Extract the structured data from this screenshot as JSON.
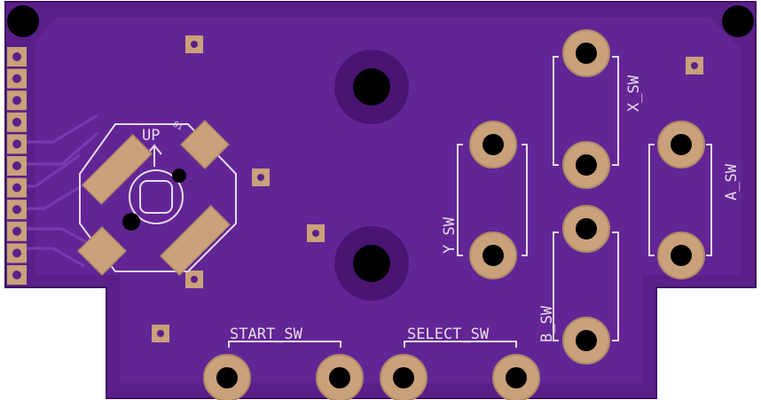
{
  "board": {
    "colors": {
      "substrate": "#5b1f8a",
      "copper_pour": "#6a2aa0",
      "trace": "#7a3ab0",
      "pad": "#c9a17a",
      "pad_edge": "#b08a66",
      "silk": "#e6dcea",
      "hole": "#000000",
      "background": "#ffffff"
    },
    "labels": {
      "up": "UP",
      "s1": "S1",
      "x_sw": "X_SW",
      "y_sw": "Y_SW",
      "a_sw": "A_SW",
      "b_sw": "B_SW",
      "start_sw": "START_SW",
      "select_sw": "SELECT_SW"
    },
    "header_pin_count": 11,
    "mounting_hole_count": 4
  }
}
